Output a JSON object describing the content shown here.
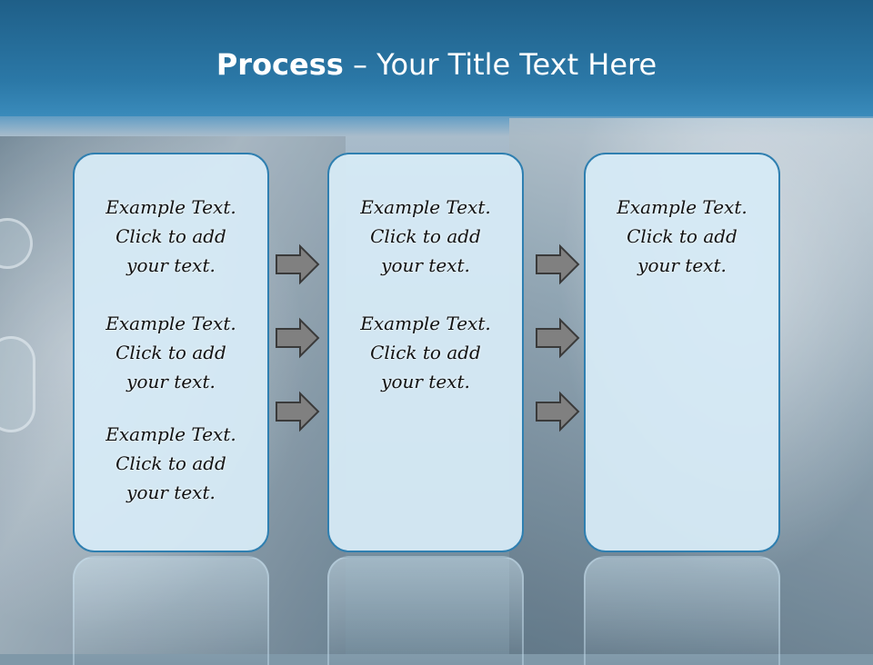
{
  "title": {
    "bold": "Process",
    "rest": " – Your Title Text Here"
  },
  "columns": [
    {
      "blocks": [
        [
          "Example Text.",
          "Click  to add",
          "your text."
        ],
        [
          "Example Text.",
          "Click  to add",
          "your text."
        ],
        [
          "Example Text.",
          "Click  to add",
          "your text."
        ]
      ]
    },
    {
      "blocks": [
        [
          "Example Text.",
          "Click  to add",
          "your text."
        ],
        [
          "Example Text.",
          "Click  to add",
          "your text."
        ]
      ]
    },
    {
      "blocks": [
        [
          "Example Text.",
          "Click  to add",
          "your text."
        ]
      ]
    }
  ],
  "colors": {
    "box_border": "#2f7fb0",
    "box_fill": "#d6eaf5",
    "arrow": "#808080",
    "title_bar": "#2b78a7"
  },
  "icons": {
    "connector": "right-arrow-icon"
  }
}
